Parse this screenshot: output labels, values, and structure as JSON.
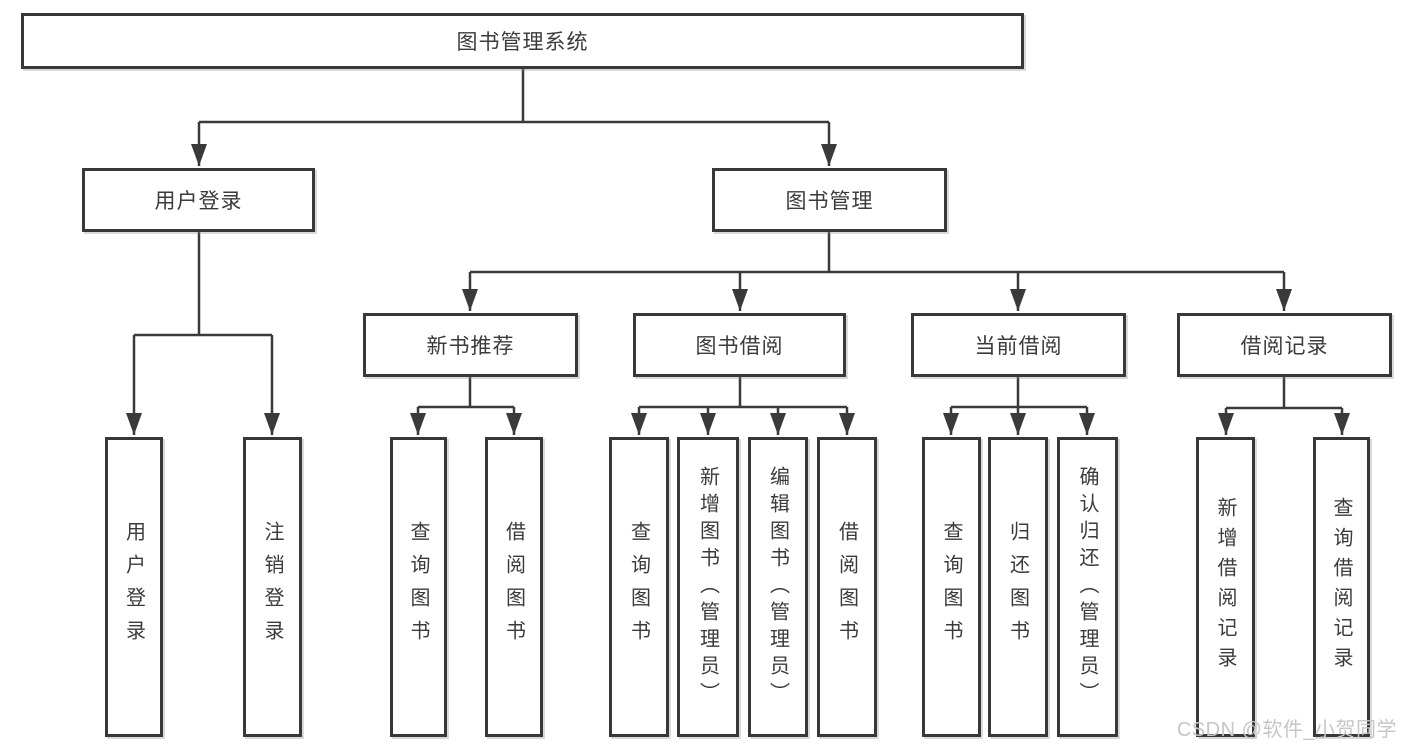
{
  "diagram": {
    "title": "图书管理系统",
    "colors": {
      "background": "#ffffff",
      "box_border": "#383838",
      "line": "#3a3a3a",
      "text": "#3b3b3b",
      "watermark_text": "#c6c6c6"
    },
    "nodes": {
      "root": {
        "label": "图书管理系统"
      },
      "level2": {
        "user_login": {
          "label": "用户登录"
        },
        "book_mgmt": {
          "label": "图书管理"
        }
      },
      "level3": {
        "new_book_rec": {
          "label": "新书推荐"
        },
        "book_borrow": {
          "label": "图书借阅"
        },
        "current_borrow": {
          "label": "当前借阅"
        },
        "borrow_records": {
          "label": "借阅记录"
        }
      },
      "leaves": {
        "login": {
          "label": "用户登录"
        },
        "logout": {
          "label": "注销登录"
        },
        "rec_query": {
          "label": "查询图书"
        },
        "rec_borrow": {
          "label": "借阅图书"
        },
        "bb_query": {
          "label": "查询图书"
        },
        "bb_add": {
          "label": "新增图书（管理员）"
        },
        "bb_edit": {
          "label": "编辑图书（管理员）"
        },
        "bb_borrow": {
          "label": "借阅图书"
        },
        "cb_query": {
          "label": "查询图书"
        },
        "cb_return": {
          "label": "归还图书"
        },
        "cb_confirm": {
          "label": "确认归还（管理员）"
        },
        "br_add": {
          "label": "新增借阅记录"
        },
        "br_query": {
          "label": "查询借阅记录"
        }
      }
    },
    "watermark": {
      "text": "CSDN @软件_小贺同学"
    }
  }
}
